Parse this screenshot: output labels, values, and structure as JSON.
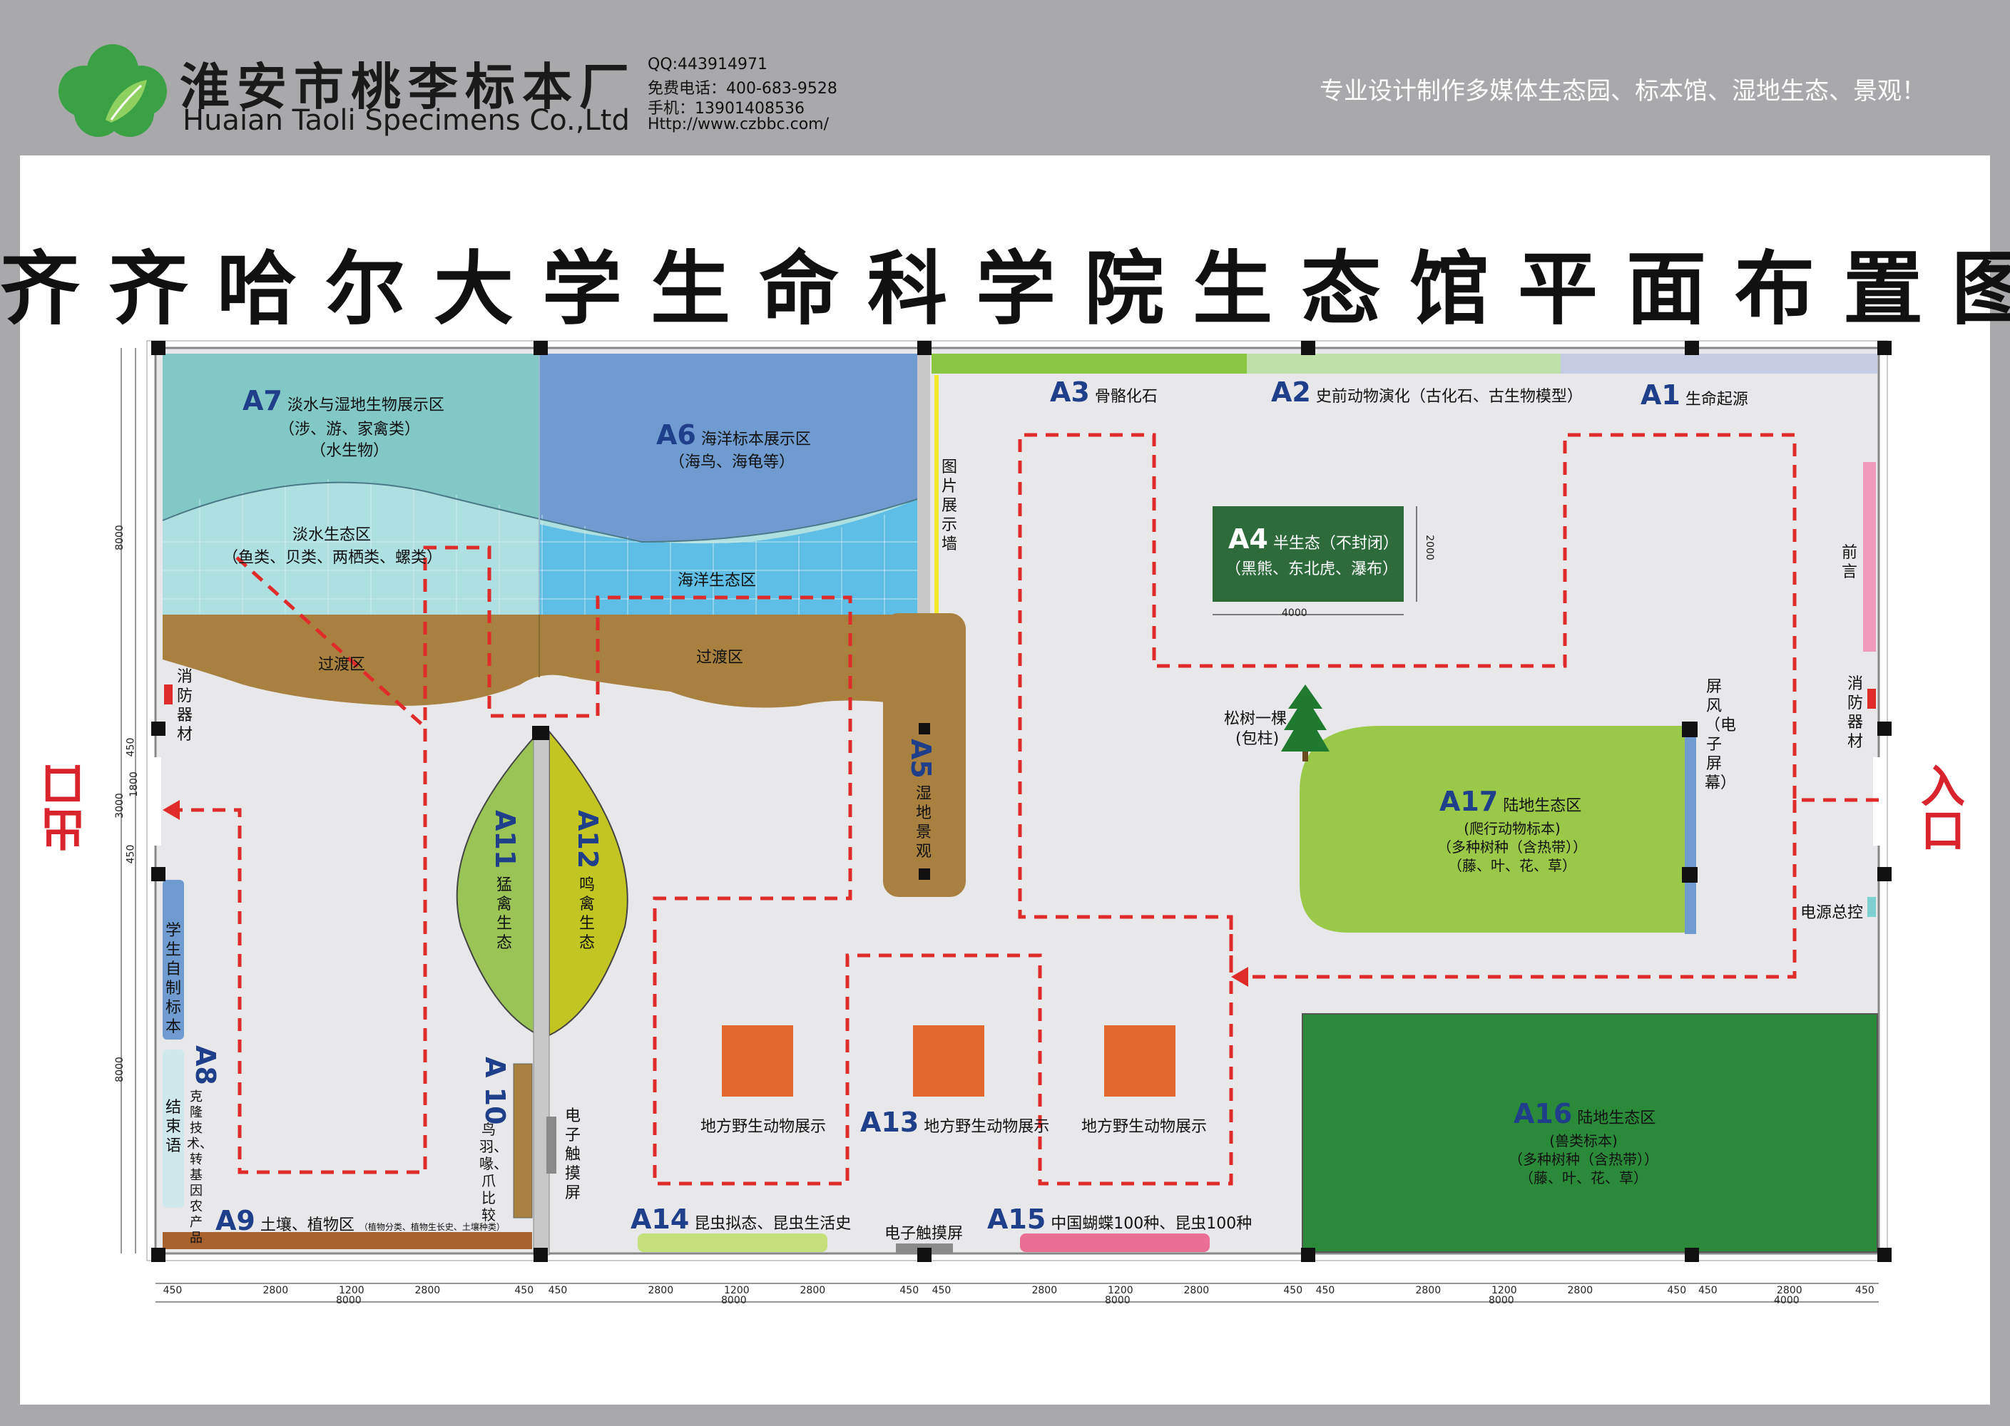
{
  "header": {
    "company_cn": "淮安市桃李标本厂",
    "company_en": "Huaian Taoli Specimens Co.,Ltd",
    "qq": "QQ:443914971",
    "free_phone": "免费电话：400-683-9528",
    "mobile": "手机：13901408536",
    "website": "Http://www.czbbc.com/",
    "slogan": "专业设计制作多媒体生态园、标本馆、湿地生态、景观！"
  },
  "title": "齐齐哈尔大学生命科学院生态馆平面布置图",
  "entrance": "入口",
  "exit": "出口",
  "zones": {
    "a1": {
      "code": "A1",
      "name": "生命起源"
    },
    "a2": {
      "code": "A2",
      "name": "史前动物演化（古化石、古生物模型）"
    },
    "a3": {
      "code": "A3",
      "name": "骨骼化石"
    },
    "a4": {
      "code": "A4",
      "name": "半生态（不封闭）",
      "sub": "（黑熊、东北虎、瀑布）"
    },
    "a5": {
      "code": "A5",
      "name": "湿地景观"
    },
    "a6": {
      "code": "A6",
      "name": "海洋标本展示区",
      "sub": "（海鸟、海龟等）"
    },
    "a7": {
      "code": "A7",
      "name": "淡水与湿地生物展示区",
      "sub1": "（涉、游、家禽类）",
      "sub2": "（水生物）"
    },
    "a8": {
      "code": "A8",
      "name": "克隆技术、转基因农产品",
      "end": "结束语"
    },
    "a9": {
      "code": "A9",
      "name": "土壤、植物区",
      "sub": "（植物分类、植物生长史、土壤种类）"
    },
    "a10": {
      "code": "A 10",
      "name": "鸟羽、喙、爪比较"
    },
    "a11": {
      "code": "A11",
      "name": "猛禽生态"
    },
    "a12": {
      "code": "A12",
      "name": "鸣禽生态"
    },
    "a13": {
      "code": "A13",
      "name": "地方野生动物展示"
    },
    "a14": {
      "code": "A14",
      "name": "昆虫拟态、昆虫生活史"
    },
    "a15": {
      "code": "A15",
      "name": "中国蝴蝶100种、昆虫100种"
    },
    "a16": {
      "code": "A16",
      "name": "陆地生态区",
      "sub1": "(兽类标本)",
      "sub2": "（多种树种（含热带））",
      "sub3": "（藤、叶、花、草）"
    },
    "a17": {
      "code": "A17",
      "name": "陆地生态区",
      "sub1": "(爬行动物标本)",
      "sub2": "（多种树种（含热带））",
      "sub3": "（藤、叶、花、草）"
    }
  },
  "labels": {
    "freshwater": "淡水生态区",
    "freshwater_sub": "（鱼类、贝类、两栖类、螺类）",
    "marine": "海洋生态区",
    "transition": "过渡区",
    "photo_wall": "图片展示墙",
    "preface": "前言",
    "fire_left": "消防器材",
    "fire_right": "消防器材",
    "screen": "屏风（电子屏幕）",
    "pine": "松树一棵",
    "pine_sub": "(包柱)",
    "power": "电源总控",
    "student": "学生自制标本",
    "touch_v": "电子触摸屏",
    "touch_h": "电子触摸屏",
    "local_wildlife": "地方野生动物展示"
  },
  "dimensions": {
    "segment": [
      "450",
      "2800",
      "1200",
      "2800",
      "450"
    ],
    "span": "8000",
    "span_last": "4000",
    "a4_w": "4000",
    "a4_h": "2000",
    "left_top": "8000",
    "left_bottom": "8000",
    "left_mid": [
      "450",
      "1800",
      "3000",
      "450"
    ]
  },
  "colors": {
    "a7": "#82c8c6",
    "a6": "#6f9bd0",
    "marine_water": "#5ebee6",
    "transition": "#a88140",
    "a17": "#9ac94a",
    "a16": "#2a8a3a",
    "a4": "#2e6b3a",
    "route": "#e02b2b",
    "orange": "#e3682d"
  }
}
